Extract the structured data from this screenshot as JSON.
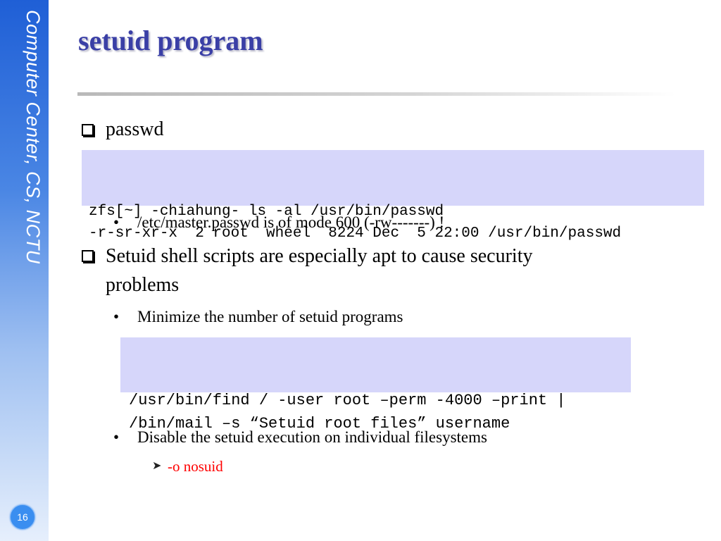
{
  "sidebar": {
    "text": "Computer Center, CS, NCTU",
    "page_number": "16"
  },
  "title": "setuid program",
  "section1": {
    "label": "passwd",
    "code_lines": [
      "zfs[~] -chiahung- ls -al /usr/bin/passwd",
      "-r-sr-xr-x  2 root  wheel  8224 Dec  5 22:00 /usr/bin/passwd"
    ],
    "bullet": "/etc/master.passwd is of mode 600 (-rw-------) !"
  },
  "section2": {
    "label_line1": "Setuid shell scripts are especially apt to cause security",
    "label_line2": "problems",
    "bullet1": "Minimize the number of setuid programs",
    "code_lines": [
      "/usr/bin/find / -user root –perm -4000 –print |",
      "/bin/mail –s “Setuid root files” username"
    ],
    "bullet2": "Disable the setuid execution on individual filesystems",
    "sub_bullet": "-o nosuid"
  },
  "colors": {
    "title": "#3a3fa6",
    "code_background": "#d6d6fa",
    "highlight": "#ff0000",
    "sidebar_top": "#1f5fd6"
  },
  "icons": {
    "checkbox_bullet": "checkbox-bullet-icon",
    "arrow_bullet": "arrow-bullet-icon",
    "dot_bullet": "bullet-dot-icon"
  }
}
